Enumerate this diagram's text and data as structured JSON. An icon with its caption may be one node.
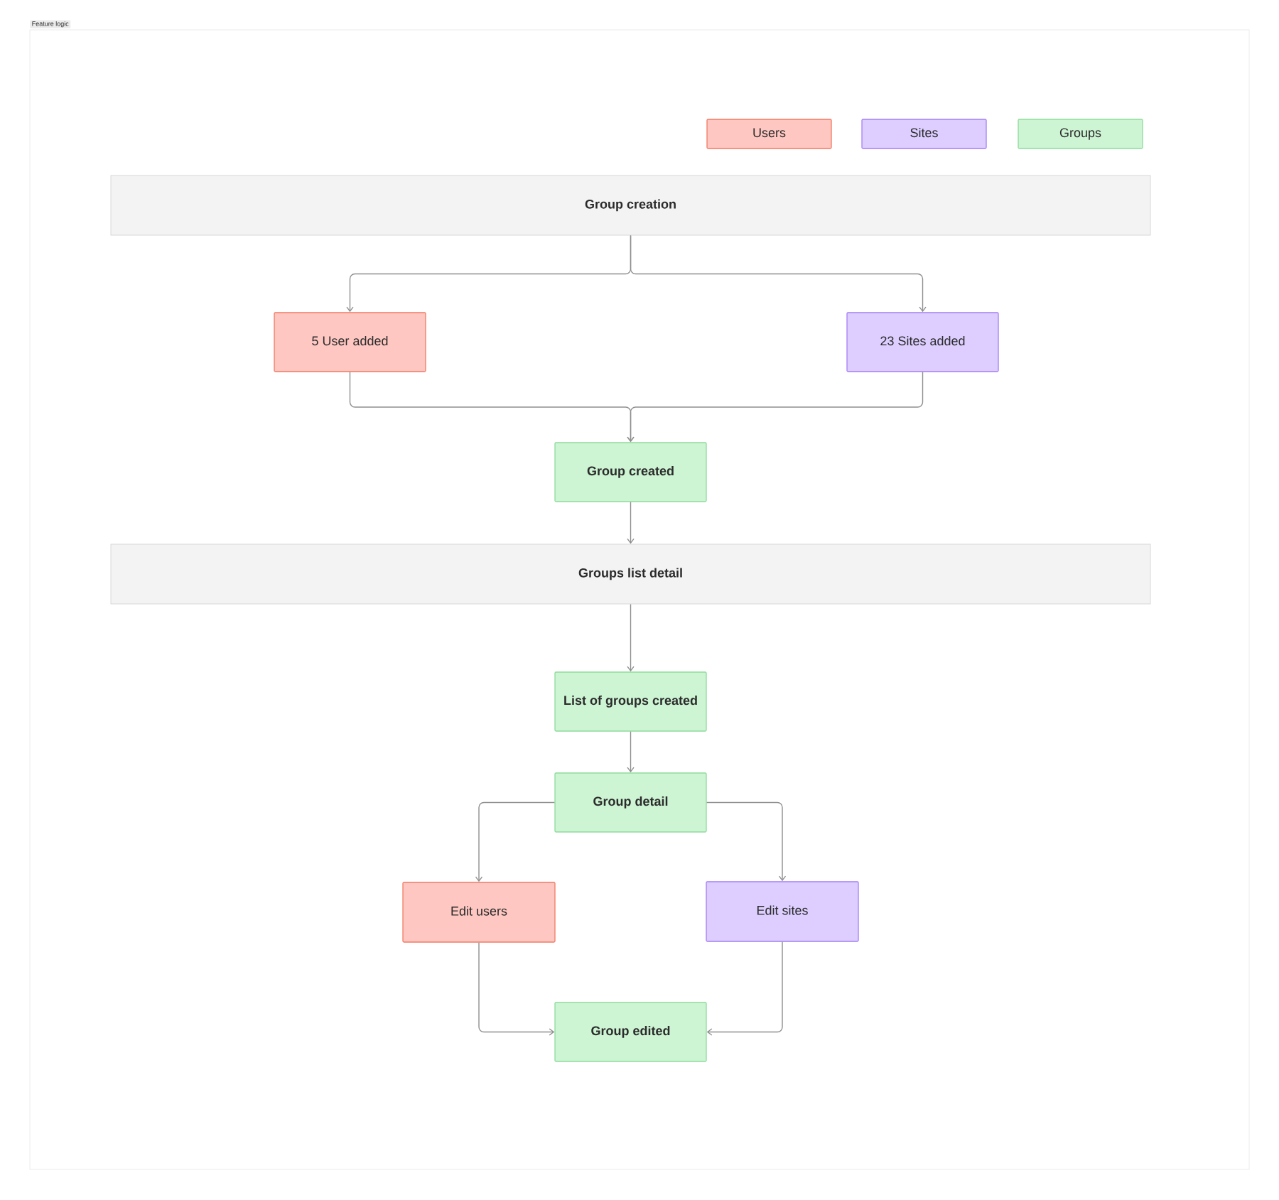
{
  "diagram": {
    "nodes": [
      {
        "text": [
          "Feature logic"
        ]
      },
      {
        "text": [
          "Group creation"
        ],
        "in": 0
      },
      {
        "text": [
          "5 User added"
        ],
        "in": 0
      },
      {
        "text": [
          "23 Sites added"
        ],
        "in": 0
      },
      {
        "text": [
          "Group created"
        ],
        "in": 0
      },
      {
        "text": [
          "Groups list detail"
        ],
        "in": 0
      },
      {
        "text": [
          "List of groups created"
        ],
        "in": 0
      },
      {
        "text": [
          "Group detail"
        ],
        "in": 0
      },
      {
        "text": [
          "Edit users"
        ],
        "in": 0
      },
      {
        "text": [
          "Edit sites"
        ],
        "in": 0
      },
      {
        "text": [
          "Group edited"
        ],
        "in": 0
      }
    ],
    "edges": [
      {
        "from": 1,
        "to": 2,
        "arrow": "to"
      },
      {
        "from": 1,
        "to": 3,
        "arrow": "to"
      },
      {
        "from": 2,
        "to": 4,
        "arrow": "to"
      },
      {
        "from": 3,
        "to": 4,
        "arrow": "to"
      },
      {
        "from": 4,
        "to": 5,
        "arrow": "to"
      },
      {
        "from": 5,
        "to": 6,
        "arrow": "to"
      },
      {
        "from": 6,
        "to": 7,
        "arrow": "to"
      },
      {
        "from": 7,
        "to": 8,
        "arrow": "to"
      },
      {
        "from": 7,
        "to": 9,
        "arrow": "to"
      },
      {
        "from": 8,
        "to": 10,
        "arrow": "to"
      },
      {
        "from": 9,
        "to": 10,
        "arrow": "to"
      }
    ],
    "legend": [
      {
        "text": "Users",
        "color": "#fec7c1"
      },
      {
        "text": "Sites",
        "color": "#ddceff"
      },
      {
        "text": "Groups",
        "color": "#cdf4d3"
      }
    ]
  }
}
